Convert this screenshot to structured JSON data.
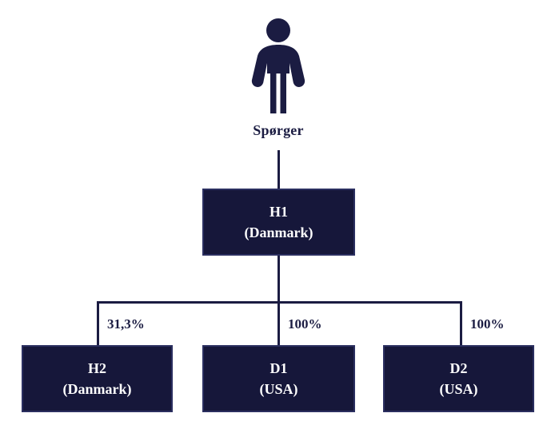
{
  "diagram": {
    "type": "ownership-hierarchy",
    "background_color": "#ffffff",
    "node_fill_color": "#16173a",
    "node_border_color": "#2b2f60",
    "node_text_color": "#ffffff",
    "line_color": "#1b1c42",
    "label_text_color": "#1b1c42"
  },
  "root": {
    "icon": "person-icon",
    "label": "Spørger"
  },
  "parent": {
    "name": "H1",
    "country": "(Danmark)"
  },
  "edges": [
    {
      "label": "31,3%",
      "target": "H2"
    },
    {
      "label": "100%",
      "target": "D1"
    },
    {
      "label": "100%",
      "target": "D2"
    }
  ],
  "children": [
    {
      "name": "H2",
      "country": "(Danmark)"
    },
    {
      "name": "D1",
      "country": "(USA)"
    },
    {
      "name": "D2",
      "country": "(USA)"
    }
  ]
}
